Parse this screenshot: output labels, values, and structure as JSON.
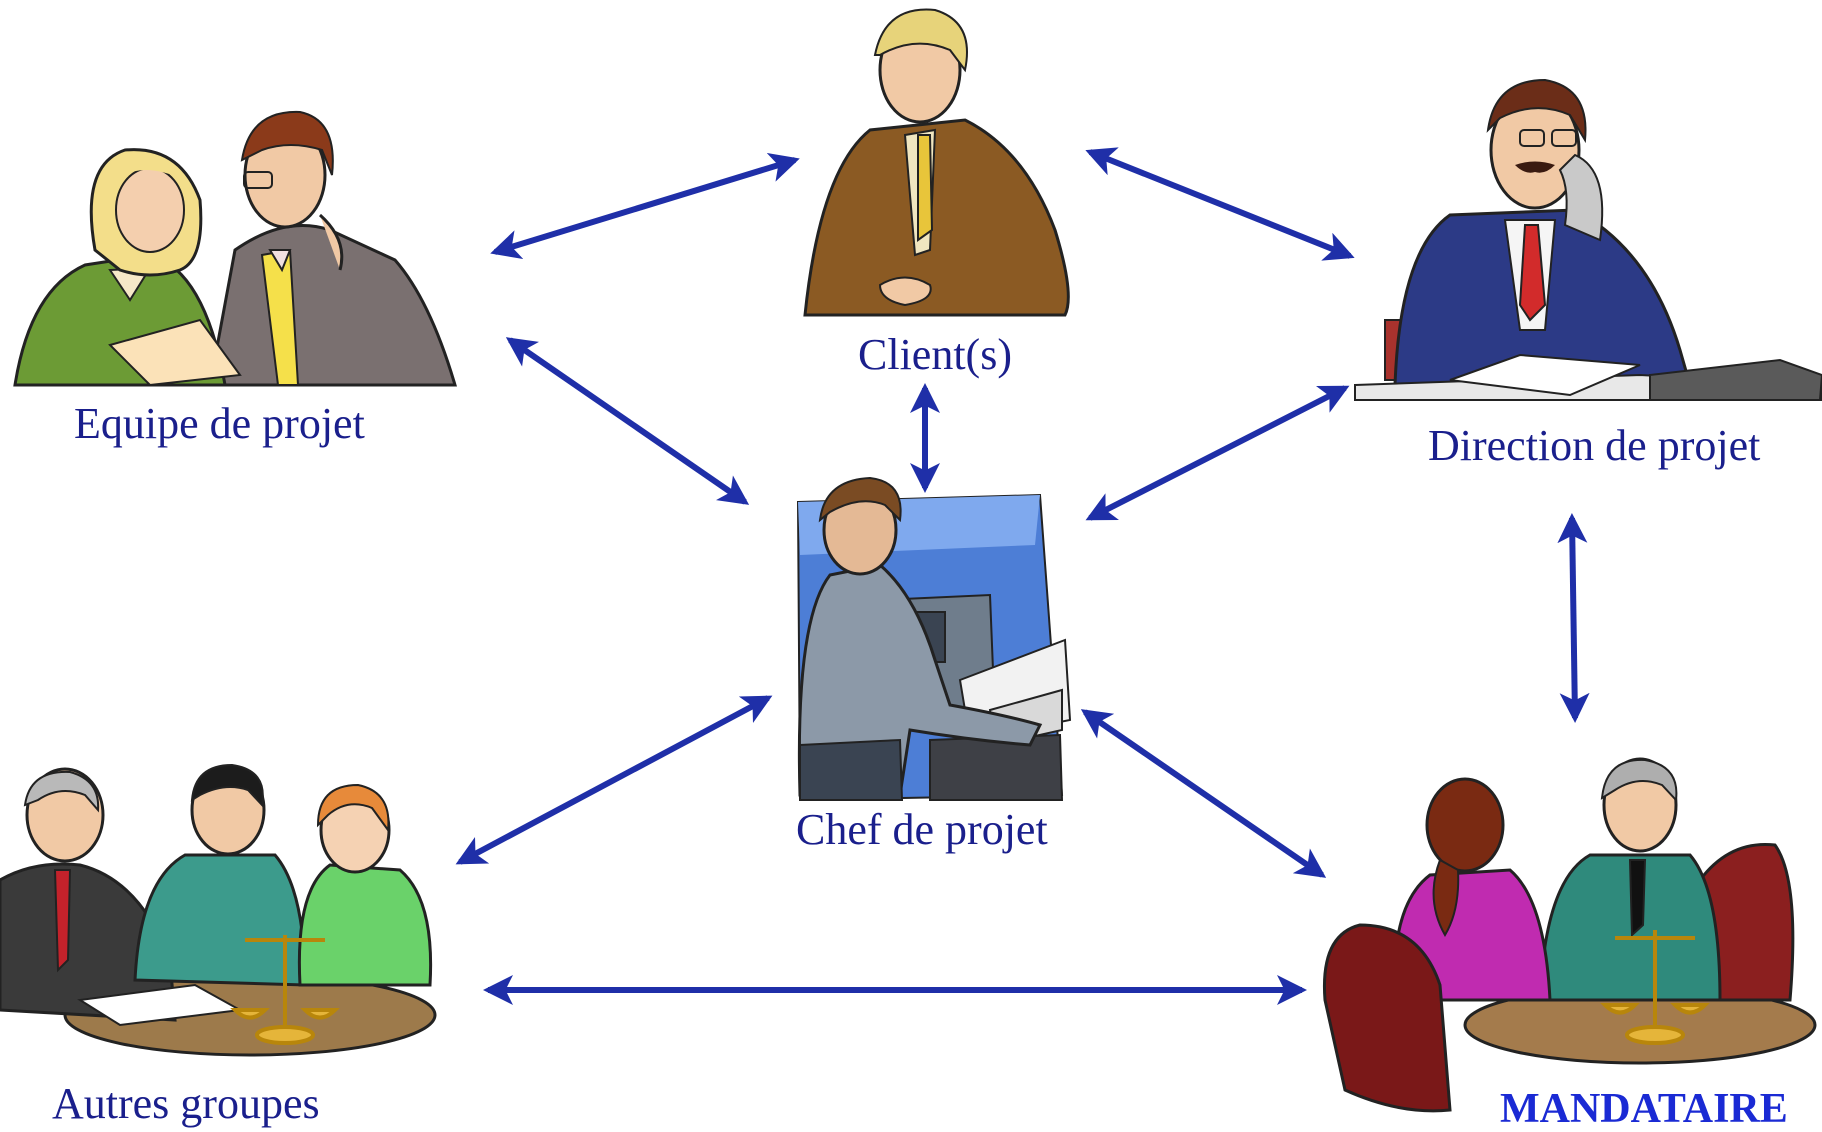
{
  "nodes": [
    {
      "id": "equipe",
      "label": "Equipe de projet",
      "icon": "two-colleagues-reviewing-document-icon"
    },
    {
      "id": "client",
      "label": "Client(s)",
      "icon": "businessman-in-brown-suit-icon"
    },
    {
      "id": "direction",
      "label": "Direction de projet",
      "icon": "executive-on-phone-at-desk-icon"
    },
    {
      "id": "chef",
      "label": "Chef de projet",
      "icon": "man-working-at-computer-terminal-icon"
    },
    {
      "id": "autres",
      "label": "Autres groupes",
      "icon": "group-meeting-with-scales-icon"
    },
    {
      "id": "mandataire",
      "label": "MANDATAIRE",
      "icon": "lawyer-meeting-client-with-scales-icon"
    }
  ],
  "edges": [
    {
      "from": "equipe",
      "to": "client",
      "bidirectional": true
    },
    {
      "from": "client",
      "to": "direction",
      "bidirectional": true
    },
    {
      "from": "equipe",
      "to": "chef",
      "bidirectional": true
    },
    {
      "from": "client",
      "to": "chef",
      "bidirectional": true
    },
    {
      "from": "direction",
      "to": "chef",
      "bidirectional": true
    },
    {
      "from": "direction",
      "to": "mandataire",
      "bidirectional": true
    },
    {
      "from": "chef",
      "to": "autres",
      "bidirectional": true
    },
    {
      "from": "chef",
      "to": "mandataire",
      "bidirectional": true
    },
    {
      "from": "autres",
      "to": "mandataire",
      "bidirectional": true
    }
  ],
  "colors": {
    "arrow": "#1f2fa8",
    "label": "#1a1f8c",
    "label_emphasis": "#1a2ad4"
  }
}
